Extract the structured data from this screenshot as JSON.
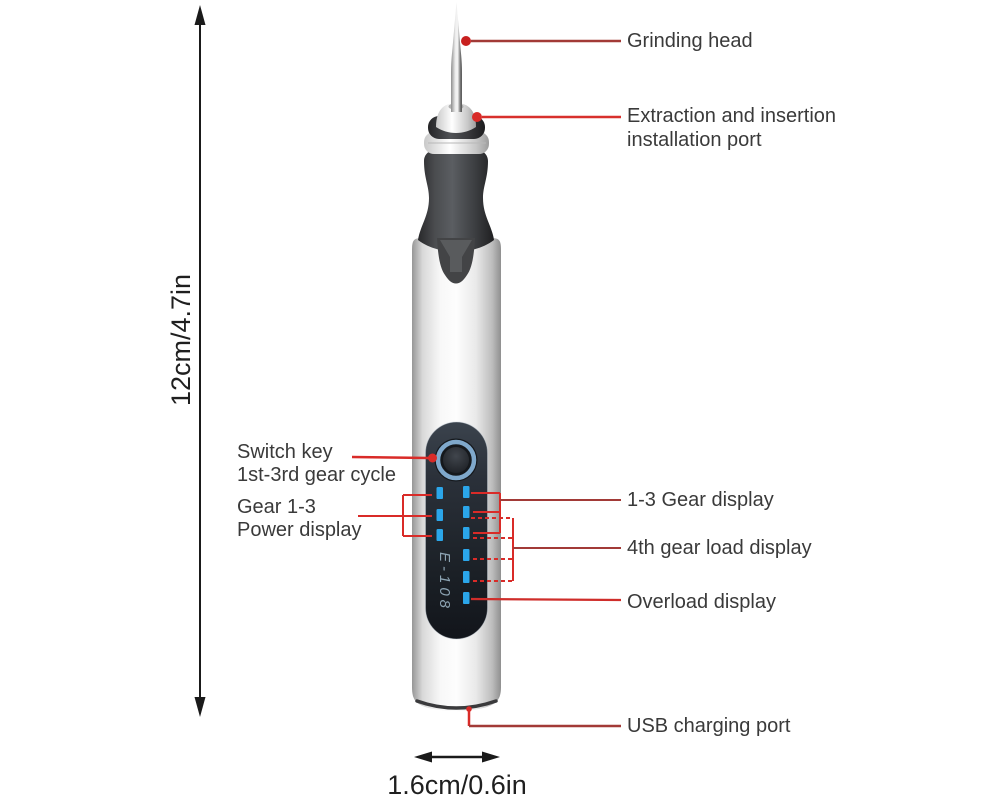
{
  "device": {
    "model_number": "E-108"
  },
  "dimensions": {
    "height": "12cm/4.7in",
    "diameter": "1.6cm/0.6in"
  },
  "labels": {
    "grinding_head": "Grinding head",
    "extraction_line1": "Extraction and insertion",
    "extraction_line2": "installation port",
    "switch_key_line1": "Switch key",
    "switch_key_line2": "1st-3rd gear cycle",
    "gear_power_line1": "Gear 1-3",
    "gear_power_line2": "Power display",
    "gear_display_1_3": "1-3 Gear display",
    "gear_load_4th": "4th gear load display",
    "overload": "Overload display",
    "usb_charging": "USB charging port"
  },
  "colors": {
    "leader_red_bright": "#d92b28",
    "leader_red_dark": "#a23a37",
    "led_blue": "#2ba6ea",
    "button_ring_blue": "#7fa8cb",
    "label_text": "#3a3a3a"
  }
}
